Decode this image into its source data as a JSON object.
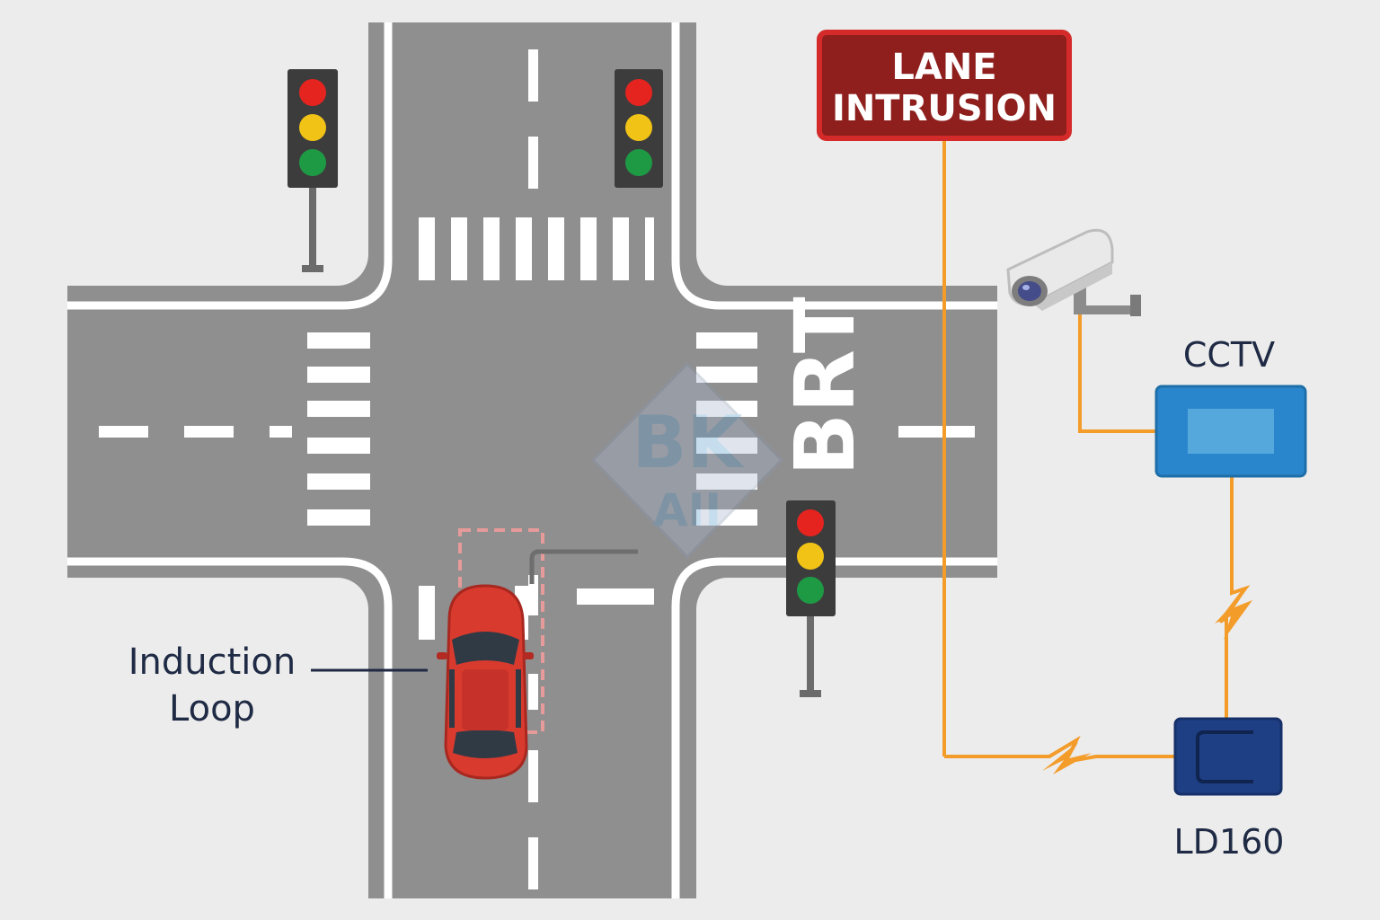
{
  "alert_sign": {
    "line1": "LANE",
    "line2": "INTRUSION",
    "bg_color": "#8e1f1c",
    "border_color": "#d42a2a"
  },
  "road_marking": {
    "text": "BRT"
  },
  "labels": {
    "induction_loop_line1": "Induction",
    "induction_loop_line2": "Loop",
    "cctv": "CCTV",
    "ld160": "LD160"
  },
  "colors": {
    "road": "#8f8f8f",
    "wire": "#f39c2a",
    "cctv_box": "#2a86cc",
    "ld160_box": "#1e3f84",
    "car": "#d93a2e",
    "light_red": "#e52420",
    "light_yellow": "#f2c317",
    "light_green": "#1e9a45"
  },
  "watermark": {
    "line1": "BK",
    "line2": "AII"
  },
  "icons": [
    "traffic-light-icon",
    "cctv-camera-icon",
    "lightning-bolt-icon",
    "car-icon"
  ]
}
